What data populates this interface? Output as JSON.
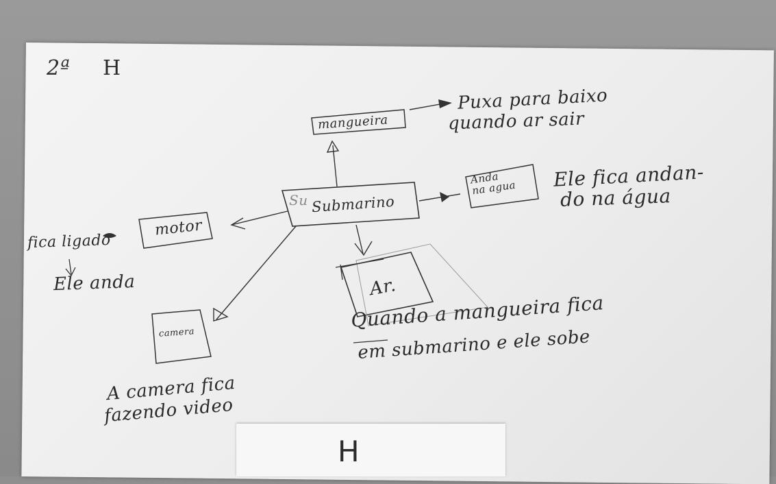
{
  "header": {
    "group": "2ª",
    "letter": "H"
  },
  "nodes": {
    "center": "Submarino",
    "center_crossed": "Su",
    "hose": "mangueira",
    "moves_water": "Anda\nna agua",
    "motor": "motor",
    "camera": "camera",
    "air": "Ar."
  },
  "notes": {
    "hose": [
      "Puxa para baixo",
      "quando ar sair"
    ],
    "moves_water": [
      "Ele fica andan-",
      "do na água"
    ],
    "motor_on": "fica ligado",
    "motor_walks": "Ele anda",
    "camera": [
      "A camera fica",
      "fazendo video"
    ],
    "air": [
      "Quando a mangueira fica",
      "em submarino e ele sobe"
    ]
  },
  "card": {
    "letter": "H"
  }
}
